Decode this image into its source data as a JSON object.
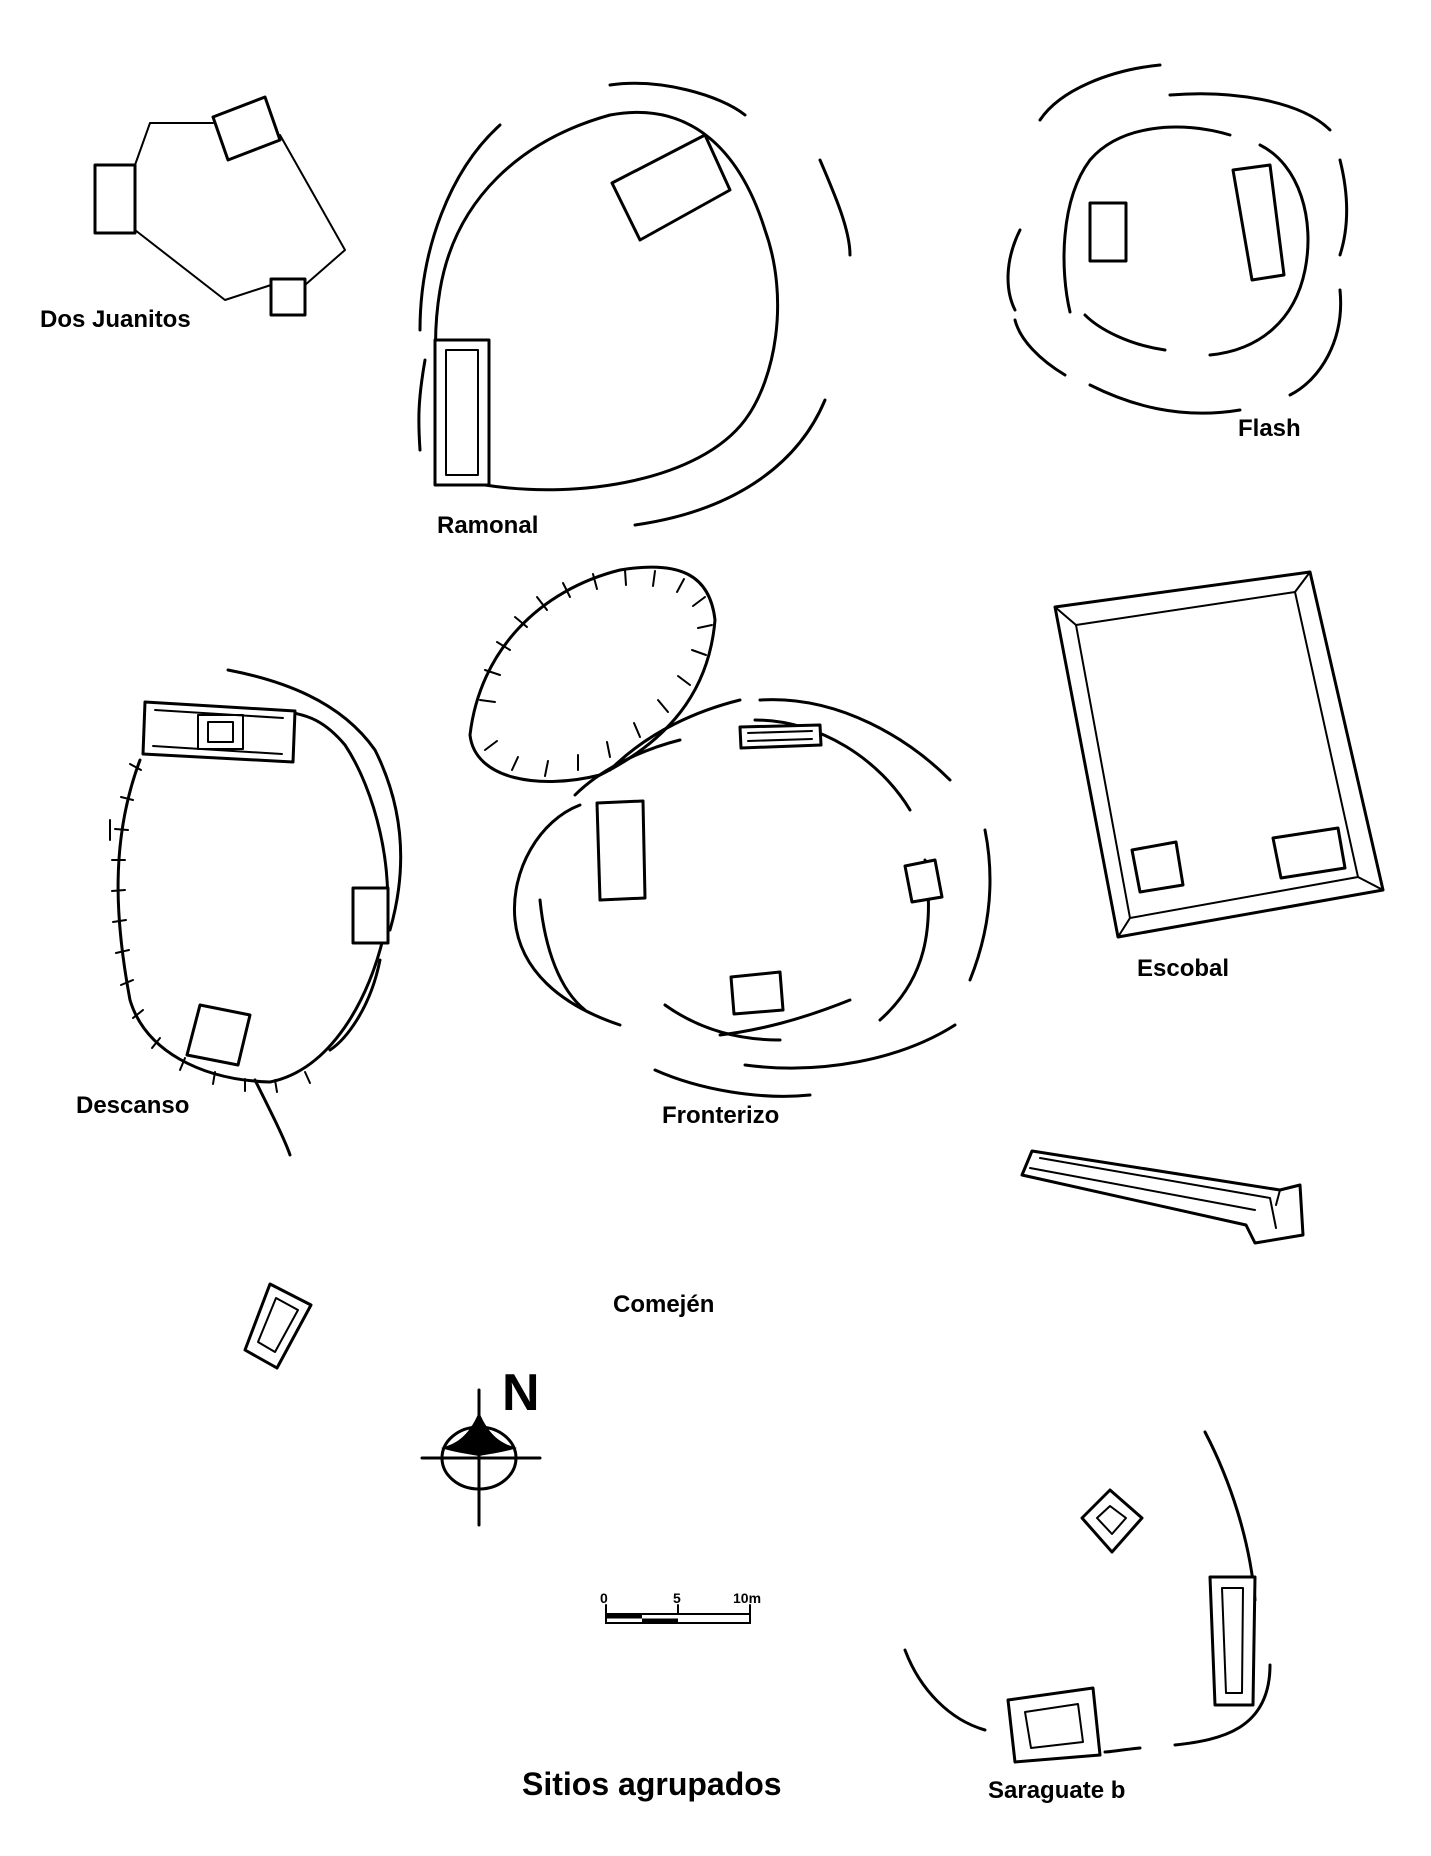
{
  "sites": {
    "dos_juanitos": "Dos Juanitos",
    "ramonal": "Ramonal",
    "flash": "Flash",
    "descanso": "Descanso",
    "fronterizo": "Fronterizo",
    "escobal": "Escobal",
    "comejen": "Comején",
    "saraguate_b": "Saraguate b"
  },
  "north_arrow": {
    "label": "N",
    "icon": "north-arrow-icon"
  },
  "scale_bar": {
    "tick_0": "0",
    "tick_5": "5",
    "tick_10": "10m"
  },
  "title": "Sitios agrupados",
  "colors": {
    "ink": "#000000",
    "paper": "#ffffff"
  }
}
